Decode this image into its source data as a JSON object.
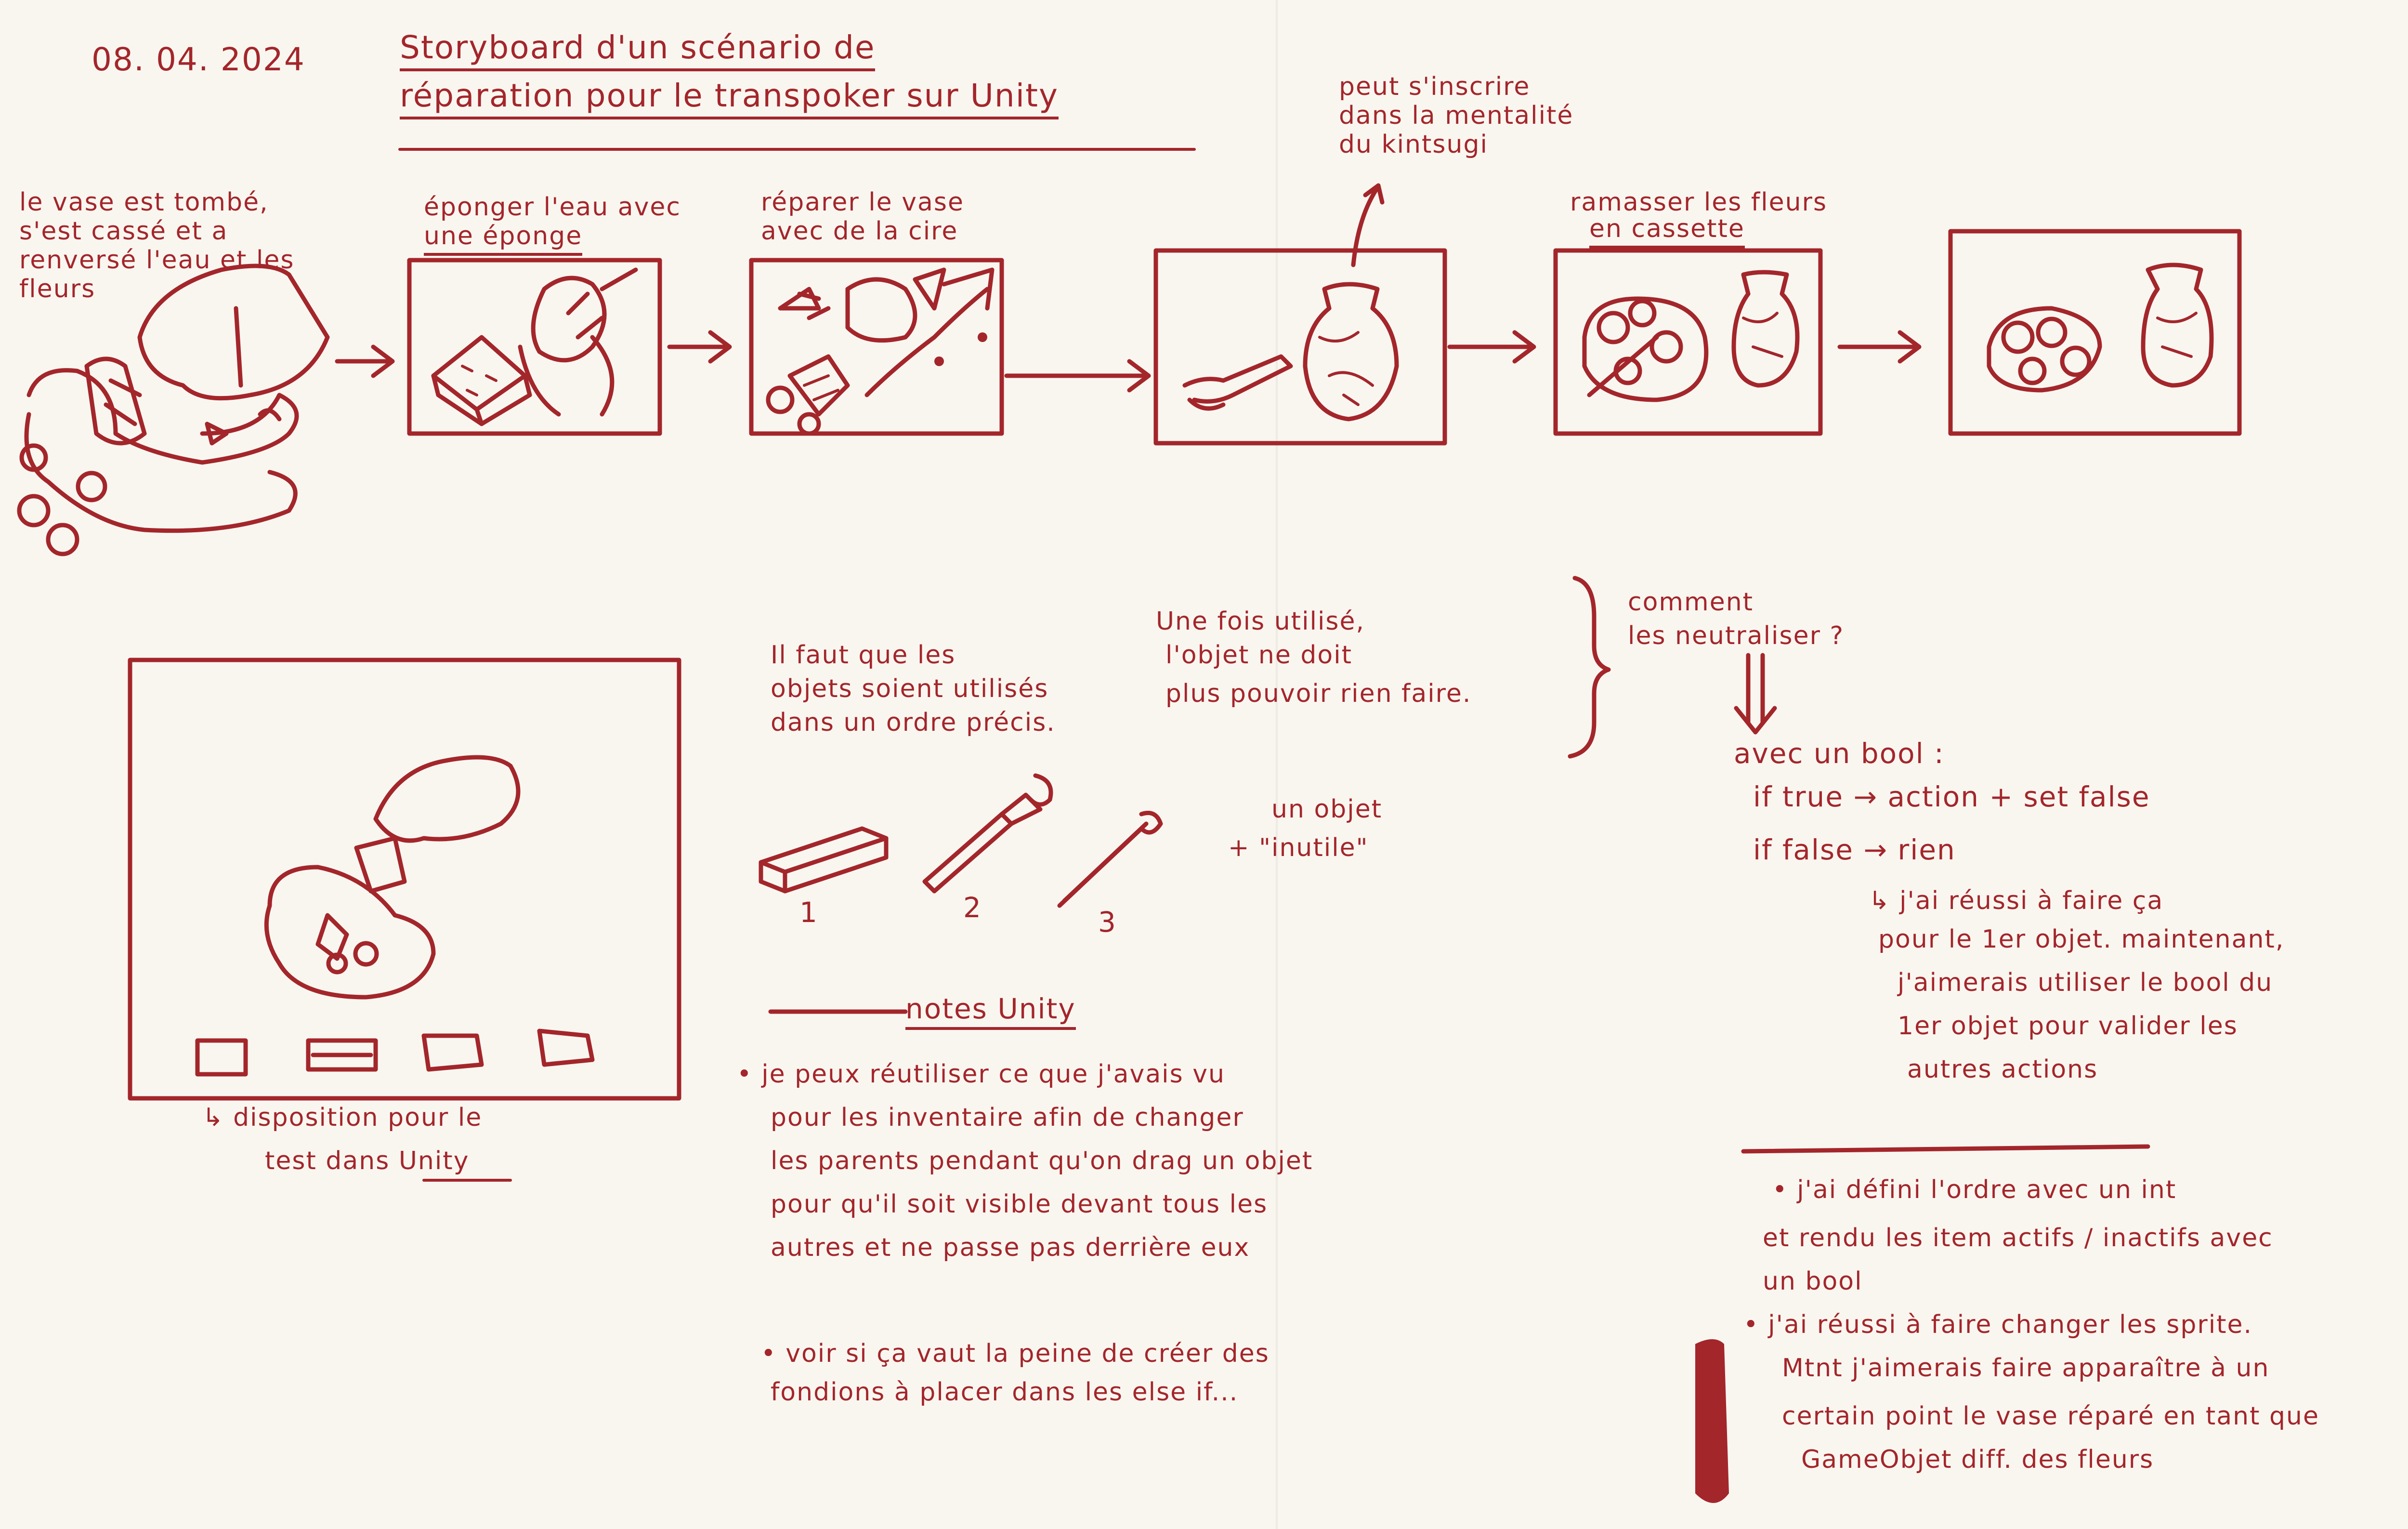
{
  "header": {
    "date": "08. 04. 2024",
    "title_line1": "Storyboard d'un scénario de",
    "title_line2": "réparation pour le transpoker sur Unity"
  },
  "storyboard": {
    "caption_1": [
      "le vase est tombé,",
      "s'est cassé et a",
      "renversé l'eau et les",
      "fleurs"
    ],
    "caption_2": [
      "éponger l'eau avec",
      "une éponge"
    ],
    "caption_3": [
      "réparer le vase",
      "avec de la cire"
    ],
    "caption_4": [
      "peut s'inscrire",
      "dans la mentalité",
      "du kintsugi"
    ],
    "caption_5": [
      "ramasser les fleurs",
      "en cassette"
    ]
  },
  "unity_test": {
    "caption": [
      "↳ disposition pour le",
      "test dans Unity"
    ]
  },
  "objects": {
    "note_order": [
      "Il faut que les",
      "objets soient utilisés",
      "dans un ordre précis."
    ],
    "note_once": [
      "Une fois utilisé,",
      "l'objet ne doit",
      "plus pouvoir rien faire."
    ],
    "question": [
      "comment",
      "les neutraliser ?"
    ],
    "labels": [
      "1",
      "2",
      "3"
    ],
    "useless": [
      "un objet",
      "+ \"inutile\""
    ]
  },
  "logic": {
    "line1": "avec un bool :",
    "line2": "if true → action + set false",
    "line3": "if false → rien",
    "reply": [
      "↳ j'ai réussi à faire ça",
      "pour le 1er objet. maintenant,",
      "j'aimerais utiliser le bool du",
      "1er objet pour valider les",
      "autres actions"
    ]
  },
  "notes_unity": {
    "heading": "notes Unity",
    "bullet1": [
      "• je peux réutiliser ce que j'avais vu",
      "pour les inventaire afin de changer",
      "les parents pendant qu'on drag un objet",
      "pour qu'il soit visible devant tous les",
      "autres et ne passe pas derrière eux"
    ],
    "bullet2": [
      "• voir si ça vaut la peine de créer des",
      "fondions à placer dans les else if..."
    ]
  },
  "progress": {
    "bullet1": [
      "• j'ai défini l'ordre avec un int",
      "et rendu les item actifs / inactifs avec",
      "un bool"
    ],
    "bullet2": [
      "• j'ai réussi à faire changer les sprite.",
      "Mtnt j'aimerais faire apparaître à un",
      "certain point le vase réparé en tant que",
      "GameObjet diff. des fleurs"
    ]
  },
  "colors": {
    "ink": "#a3262b",
    "paper": "#f9f6f0"
  }
}
